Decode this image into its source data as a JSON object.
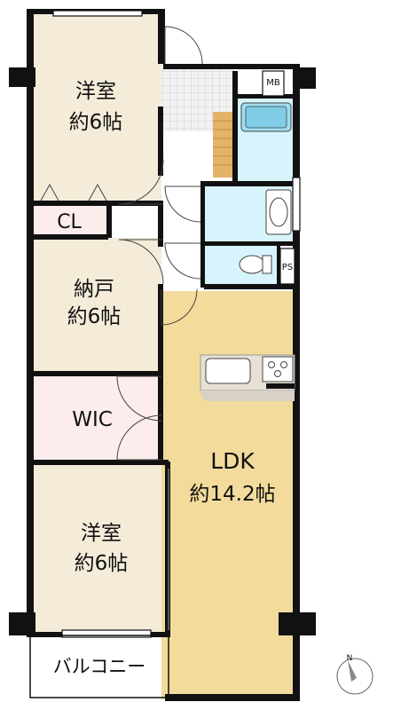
{
  "rooms": {
    "western_room_top": {
      "name": "洋室",
      "size": "約6帖"
    },
    "closet": {
      "name": "CL"
    },
    "storage_room": {
      "name": "納戸",
      "size": "約6帖"
    },
    "walk_in_closet": {
      "name": "WIC"
    },
    "western_room_bottom": {
      "name": "洋室",
      "size": "約6帖"
    },
    "ldk": {
      "name": "LDK",
      "size": "約14.2帖"
    },
    "balcony": {
      "name": "バルコニー"
    }
  },
  "fixtures": {
    "meter_box": "MB",
    "pipe_space": "PS"
  },
  "compass": {
    "label": "N"
  },
  "colors": {
    "bedroom": "#f4ecd9",
    "ldk": "#f3db9c",
    "wic": "#fcecec",
    "closet": "#fcecec",
    "wet_area": "#d7f3fb",
    "wall": "#111111"
  }
}
